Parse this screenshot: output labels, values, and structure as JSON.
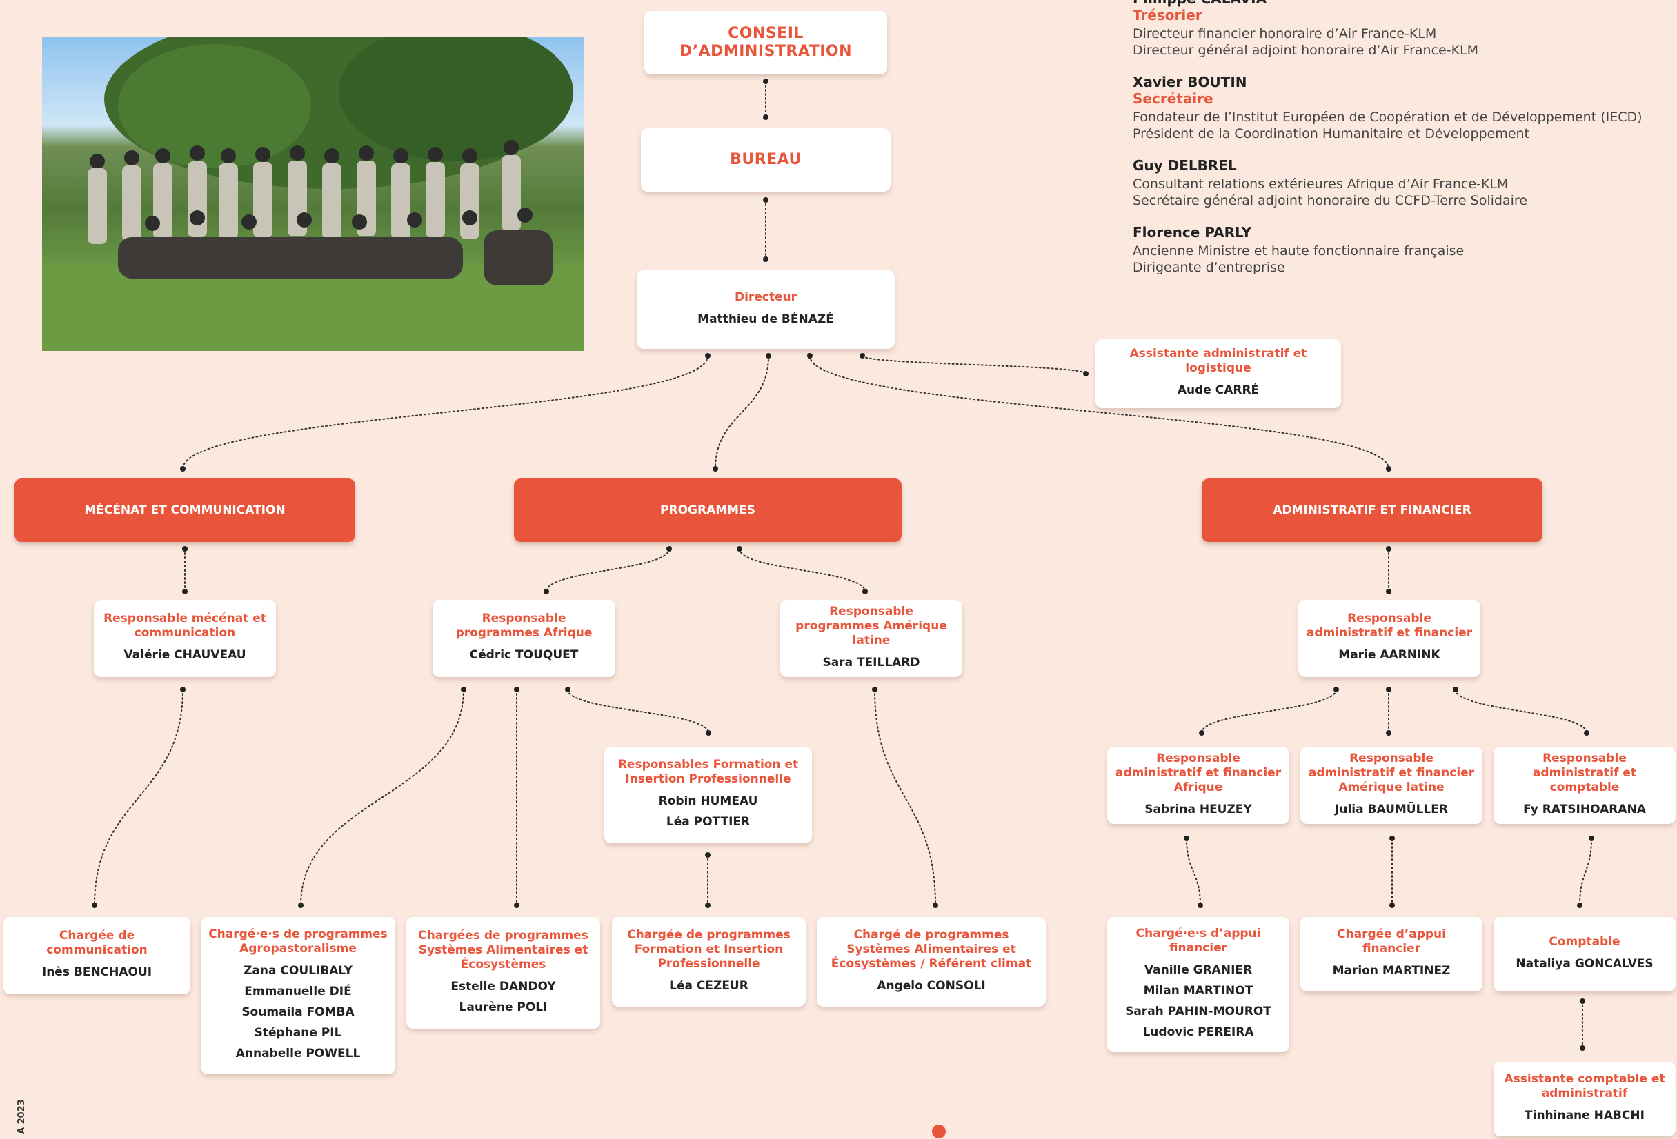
{
  "board": {
    "members": [
      {
        "name": "Philippe CALAVIA",
        "role": "Trésorier",
        "lines": [
          "Directeur financier honoraire d’Air France-KLM",
          "Directeur général adjoint honoraire d’Air France-KLM"
        ]
      },
      {
        "name": "Xavier BOUTIN",
        "role": "Secrétaire",
        "lines": [
          "Fondateur de l’Institut Européen de Coopération et de Développement (IECD)",
          "Président de la Coordination Humanitaire et Développement"
        ]
      },
      {
        "name": "Guy DELBREL",
        "role": "",
        "lines": [
          "Consultant relations extérieures Afrique d’Air France-KLM",
          "Secrétaire général adjoint honoraire du CCFD-Terre Solidaire"
        ]
      },
      {
        "name": "Florence PARLY",
        "role": "",
        "lines": [
          "Ancienne Ministre et haute fonctionnaire française",
          "Dirigeante d’entreprise"
        ]
      }
    ]
  },
  "org": {
    "conseil": "CONSEIL\nD’ADMINISTRATION",
    "bureau": "BUREAU",
    "directeur": {
      "role": "Directeur",
      "names": [
        "Matthieu de BÉNAZÉ"
      ]
    },
    "assistante": {
      "role": "Assistante administratif et logistique",
      "names": [
        "Aude CARRÉ"
      ]
    },
    "departments": {
      "mecenat": "MÉCÉNAT ET COMMUNICATION",
      "programmes": "PROGRAMMES",
      "admin": "ADMINISTRATIF ET FINANCIER"
    },
    "resp_mecenat": {
      "role": "Responsable mécénat et communication",
      "names": [
        "Valérie CHAUVEAU"
      ]
    },
    "resp_afrique": {
      "role": "Responsable programmes Afrique",
      "names": [
        "Cédric TOUQUET"
      ]
    },
    "resp_amerique": {
      "role": "Responsable programmes Amérique latine",
      "names": [
        "Sara TEILLARD"
      ]
    },
    "resp_admin": {
      "role": "Responsable administratif et financier",
      "names": [
        "Marie AARNINK"
      ]
    },
    "resp_formation": {
      "role": "Responsables Formation et Insertion Professionnelle",
      "names": [
        "Robin HUMEAU",
        "Léa POTTIER"
      ]
    },
    "raf_afrique": {
      "role": "Responsable administratif et financier Afrique",
      "names": [
        "Sabrina HEUZEY"
      ]
    },
    "raf_amerique": {
      "role": "Responsable administratif et financier Amérique latine",
      "names": [
        "Julia BAUMÜLLER"
      ]
    },
    "raf_comptable": {
      "role": "Responsable administratif et comptable",
      "names": [
        "Fy RATSIHOARANA"
      ]
    },
    "ch_communication": {
      "role": "Chargée de communication",
      "names": [
        "Inès BENCHAOUI"
      ]
    },
    "ch_agro": {
      "role": "Chargé·e·s de programmes Agropastoralisme",
      "names": [
        "Zana COULIBALY",
        "Emmanuelle DIÉ",
        "Soumaila FOMBA",
        "Stéphane PIL",
        "Annabelle POWELL"
      ]
    },
    "ch_systemes": {
      "role": "Chargées de programmes Systèmes Alimentaires et Écosystèmes",
      "names": [
        "Estelle DANDOY",
        "Laurène POLI"
      ]
    },
    "ch_formation": {
      "role": "Chargée de programmes Formation et Insertion Professionnelle",
      "names": [
        "Léa CEZEUR"
      ]
    },
    "ch_climat": {
      "role": "Chargé de programmes Systèmes Alimentaires et Écosystèmes / Référent climat",
      "names": [
        "Angelo CONSOLI"
      ]
    },
    "ch_appui": {
      "role": "Chargé·e·s d’appui financier",
      "names": [
        "Vanille GRANIER",
        "Milan MARTINOT",
        "Sarah PAHIN-MOUROT",
        "Ludovic PEREIRA"
      ]
    },
    "ch_appui2": {
      "role": "Chargée d’appui financier",
      "names": [
        "Marion MARTINEZ"
      ]
    },
    "comptable": {
      "role": "Comptable",
      "names": [
        "Nataliya GONCALVES"
      ]
    },
    "assistante_comptable": {
      "role": "Assistante comptable et administratif",
      "names": [
        "Tinhinane HABCHI"
      ]
    }
  },
  "footer": {
    "text": "A 2023"
  },
  "colors": {
    "accent": "#e8553a",
    "background": "#fbe9df",
    "card": "#ffffff"
  }
}
